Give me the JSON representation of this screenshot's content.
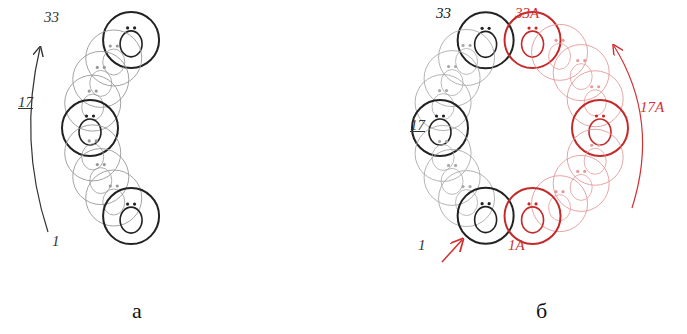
{
  "diagram": {
    "labels": [
      "33",
      "17",
      "1",
      "а",
      "33",
      "33А",
      "17",
      "17А",
      "1",
      "1А",
      "б"
    ]
  }
}
